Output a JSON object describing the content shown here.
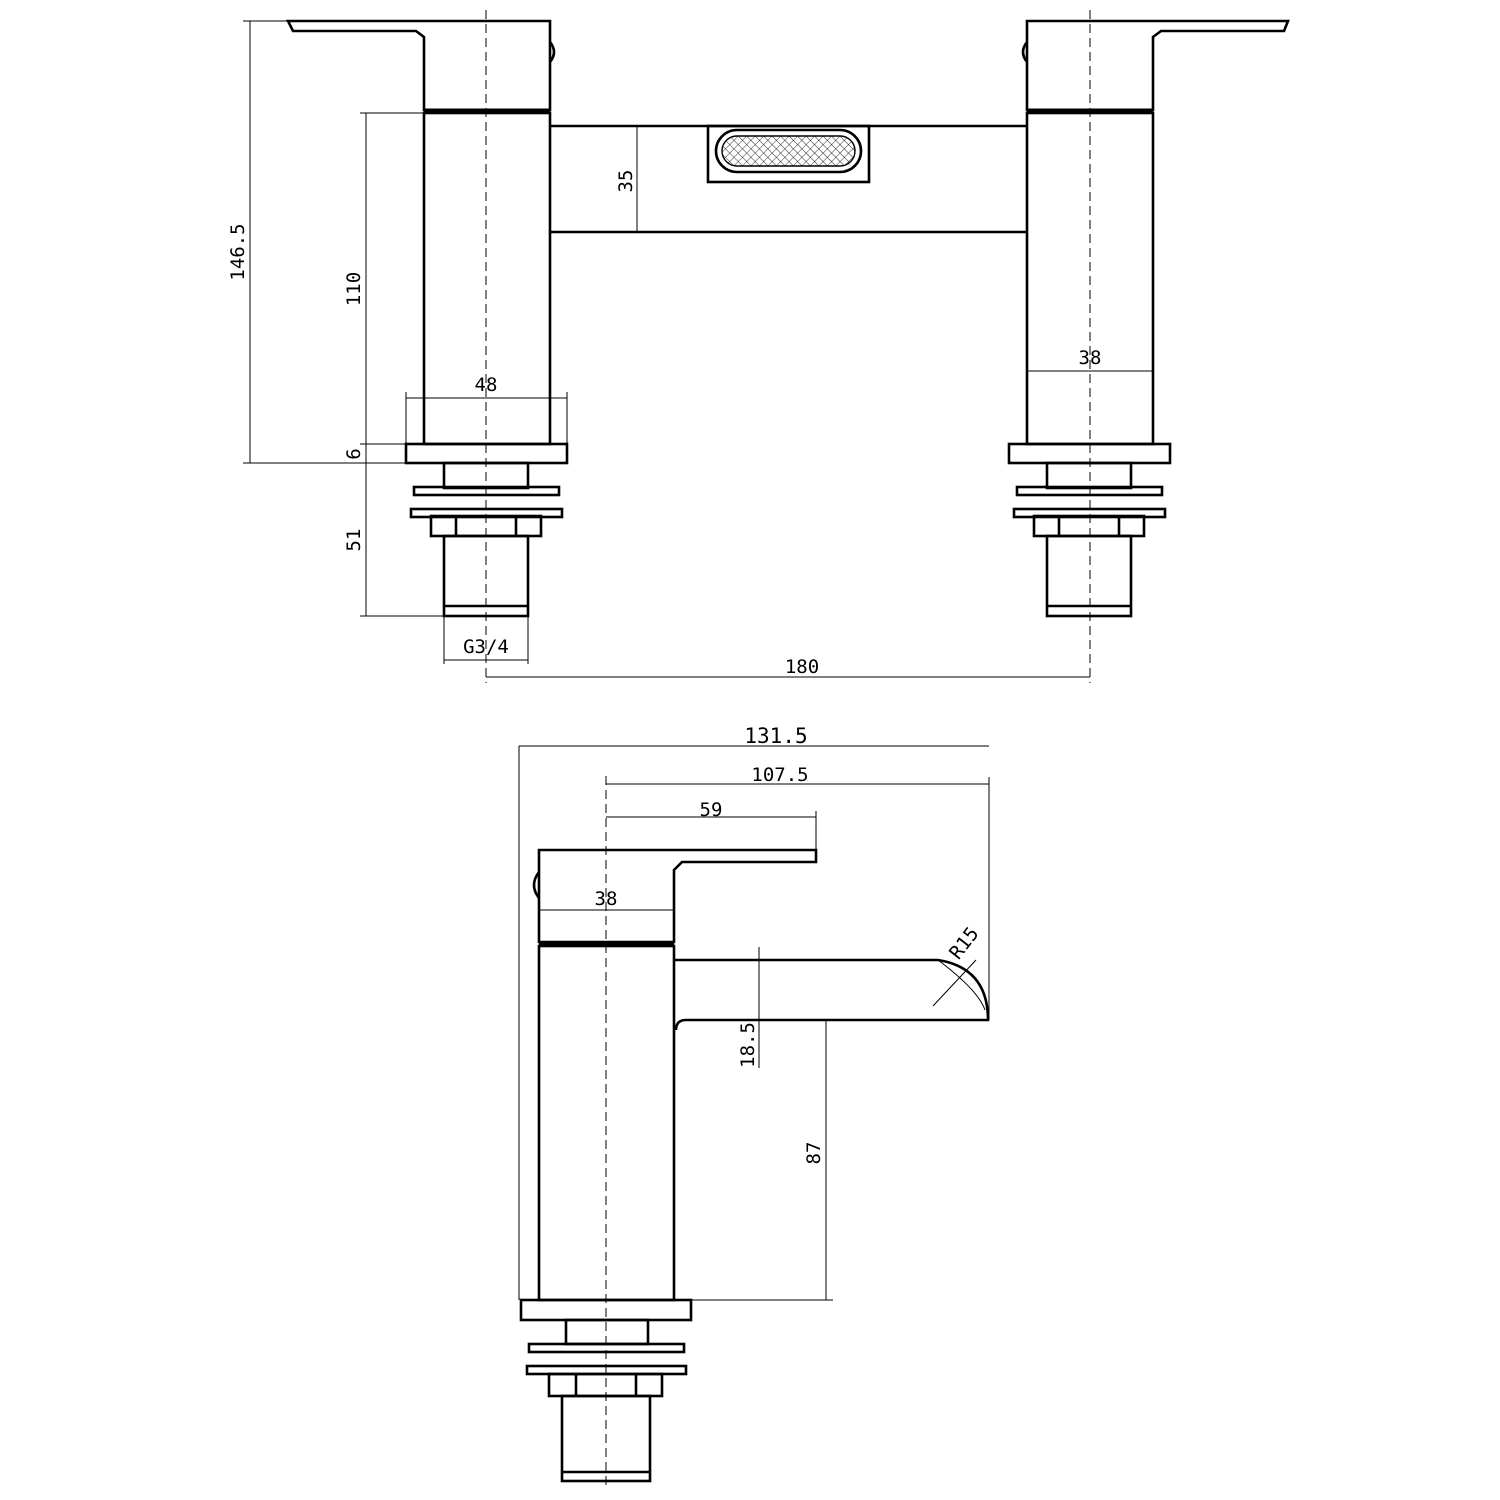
{
  "front_view": {
    "dimensions": {
      "overall_height": "146.5",
      "body_height": "110",
      "base_height": "6",
      "tail_length": "51",
      "bridge_height": "35",
      "base_width": "48",
      "body_width": "38",
      "thread": "G3/4",
      "centres": "180"
    }
  },
  "side_view": {
    "dimensions": {
      "overall_depth": "131.5",
      "spout_reach": "107.5",
      "lever_reach": "59",
      "body_width": "38",
      "spout_radius": "R15",
      "spout_thickness": "18.5",
      "spout_clearance": "87"
    }
  },
  "colors": {
    "line": "#000000",
    "background": "#ffffff"
  }
}
